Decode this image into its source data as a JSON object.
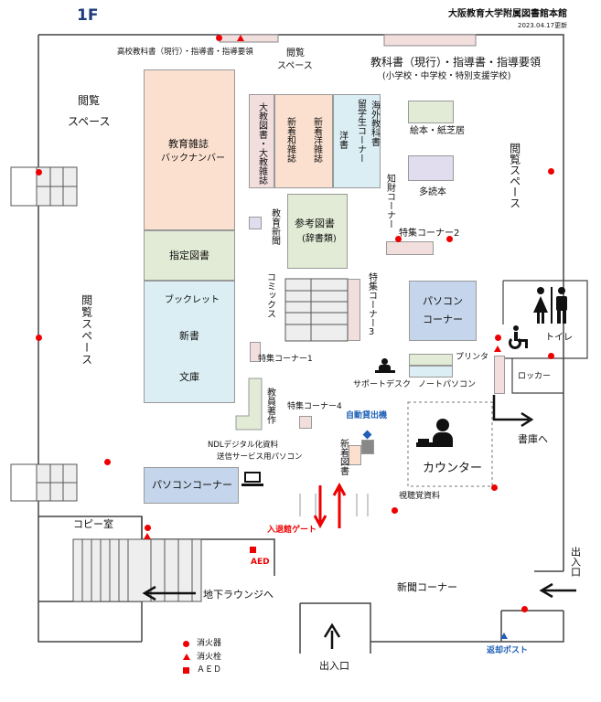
{
  "header": {
    "floor": "1F",
    "library": "大阪教育大学附属図書館本館",
    "updated": "2023.04.17更新"
  },
  "areas": {
    "koukou": "高校教科書（現行）・指導書・指導要領",
    "reading_top": "閲覧",
    "reading_top2": "スペース",
    "textbooks": "教科書（現行）・指導書・指導要領",
    "textbooks_sub": "(小学校・中学校・特別支援学校)",
    "reading_left_top1": "閲覧",
    "reading_left_top2": "スペース",
    "reading_left_mid": "閲覧スペース",
    "reading_right": "閲覧スペース",
    "magazines": "教育雑誌",
    "backnumber": "バックナンバー",
    "reserve": "指定図書",
    "booklet": "ブックレット",
    "shinsho": "新書",
    "bunko": "文庫",
    "daikyo": "大教図書・大教雑誌",
    "wa_zasshi": "新着和雑誌",
    "you_zasshi": "新着洋雑誌",
    "yousho": "洋書",
    "ryugakusei": "留学生コーナー",
    "kaigai": "海外教科書",
    "ehon": "絵本・紙芝居",
    "tadokubon": "多読本",
    "chizai": "知財コーナー",
    "kyoiku_shinbun": "教育新聞",
    "reference": "参考図書",
    "reference_sub": "(辞書類)",
    "tokushu2": "特集コーナー2",
    "comics": "コミックス",
    "tokushu3": "特集コーナー3",
    "pc_corner": "パソコンコーナー",
    "pc_corner2_1": "パソコン",
    "pc_corner2_2": "コーナー",
    "printer": "プリンタ",
    "note_pc": "ノートパソコン",
    "support": "サポートデスク",
    "tokushu1": "特集コーナー1",
    "kyoin": "教員著作",
    "tokushu4": "特集コーナー4",
    "jidou": "自動貸出機",
    "ndl1": "NDLデジタル化資料",
    "ndl2": "送信サービス用パソコン",
    "shinchaku_tosho": "新着図書",
    "counter": "カウンター",
    "shichokaku": "視聴覚資料",
    "gate": "入退館ゲート",
    "copy": "コピー室",
    "aed_label": "AED",
    "lounge": "地下ラウンジへ",
    "newspaper": "新聞コーナー",
    "entrance_bottom": "出入口",
    "entrance_right": "出入口",
    "return_post": "返却ポスト",
    "toilet": "トイレ",
    "locker": "ロッカー",
    "shoko": "書庫へ"
  },
  "legend": {
    "extinguisher": "消火器",
    "hydrant": "消火栓",
    "aed": "ＡＥＤ"
  },
  "colors": {
    "peach": "#fbe0cf",
    "green": "#e2ebd5",
    "lightblue": "#dbeef3",
    "pink": "#f3dede",
    "lavender": "#e1dcee",
    "pcblue": "#c5d6ec",
    "red": "#ee0000",
    "navy": "#1f3d7a"
  }
}
